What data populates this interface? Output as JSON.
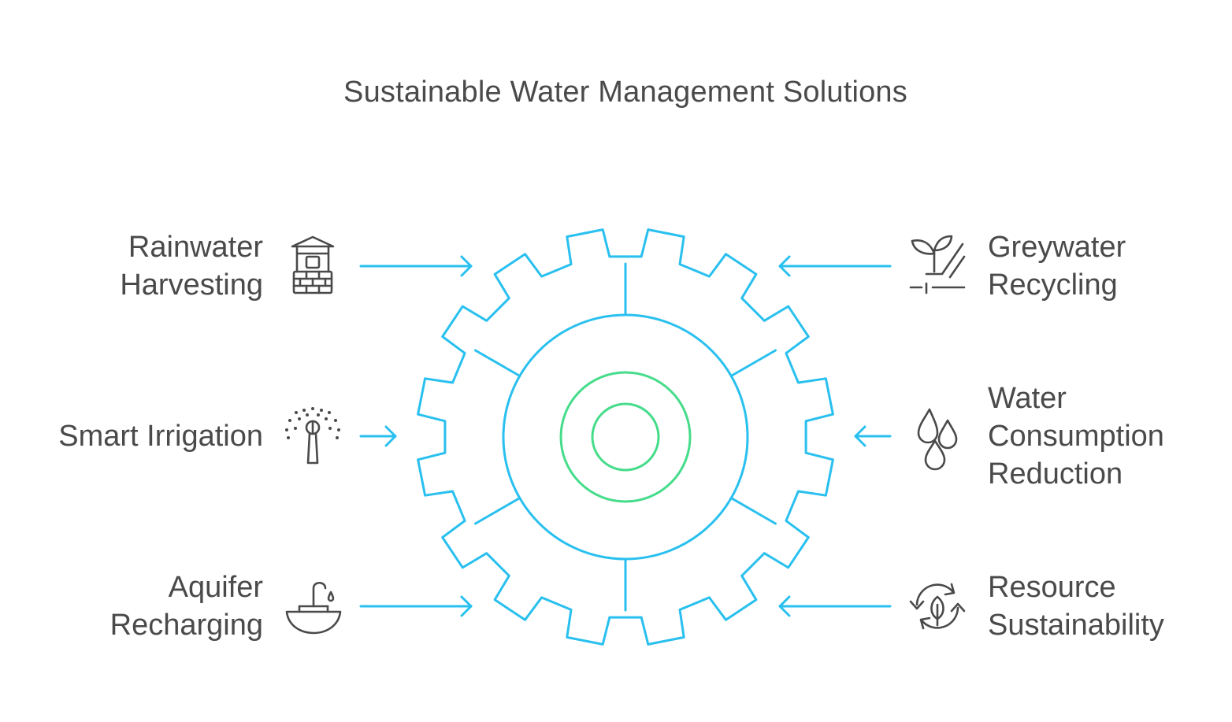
{
  "title": "Sustainable Water Management Solutions",
  "colors": {
    "gear": "#29c0ef",
    "inner_rings": "#45dc8a",
    "arrows": "#29c0ef",
    "icons": "#4a4a4a",
    "text": "#4a4a4a"
  },
  "items": {
    "rainwater": {
      "label": "Rainwater\nHarvesting",
      "icon": "water-well-icon"
    },
    "smart_irrigation": {
      "label": "Smart Irrigation",
      "icon": "sprinkler-icon"
    },
    "aquifer": {
      "label": "Aquifer\nRecharging",
      "icon": "fountain-basin-icon"
    },
    "greywater": {
      "label": "Greywater\nRecycling",
      "icon": "plant-recycling-icon"
    },
    "consumption": {
      "label": "Water\nConsumption\nReduction",
      "icon": "water-drops-icon"
    },
    "resource": {
      "label": "Resource\nSustainability",
      "icon": "leaf-cycle-icon"
    }
  }
}
